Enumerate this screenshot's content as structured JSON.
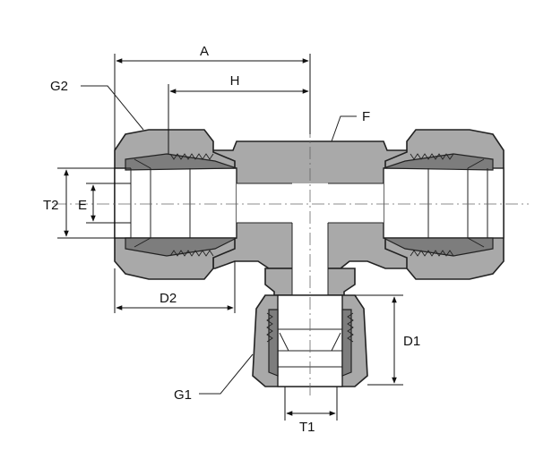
{
  "labels": {
    "A": "A",
    "H": "H",
    "F": "F",
    "G2": "G2",
    "T2": "T2",
    "E": "E",
    "D2": "D2",
    "D1": "D1",
    "G1": "G1",
    "T1": "T1"
  },
  "colors": {
    "body_fill": "#a9a9a9",
    "line": "#222222",
    "background": "#ffffff"
  }
}
